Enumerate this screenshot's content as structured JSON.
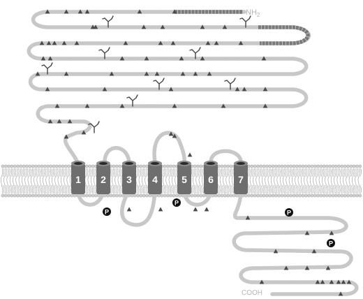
{
  "diagram": {
    "terminals": {
      "n_terminus": "NH",
      "n_terminus_subscript": "2",
      "c_terminus": "COOH"
    },
    "transmembrane_helices": [
      "1",
      "2",
      "3",
      "4",
      "5",
      "6",
      "7"
    ],
    "phosphorylation_marker": "P",
    "phosphorylation_site_count": 4,
    "colors": {
      "residue_chain": "#c8c8c8",
      "residue_chain_dark": "#7a7a7a",
      "helix_fill": "#6e6e6e",
      "triangle_marker": "#4a4a4a",
      "phospho_marker": "#111111",
      "membrane_lipid": "#9a9a9a",
      "terminal_label": "#b5b5b5"
    },
    "icons": {
      "glycosylation": "branched-glycan-icon",
      "modified_residue": "triangle-marker-icon",
      "phosphorylation": "phospho-circle-icon"
    }
  }
}
